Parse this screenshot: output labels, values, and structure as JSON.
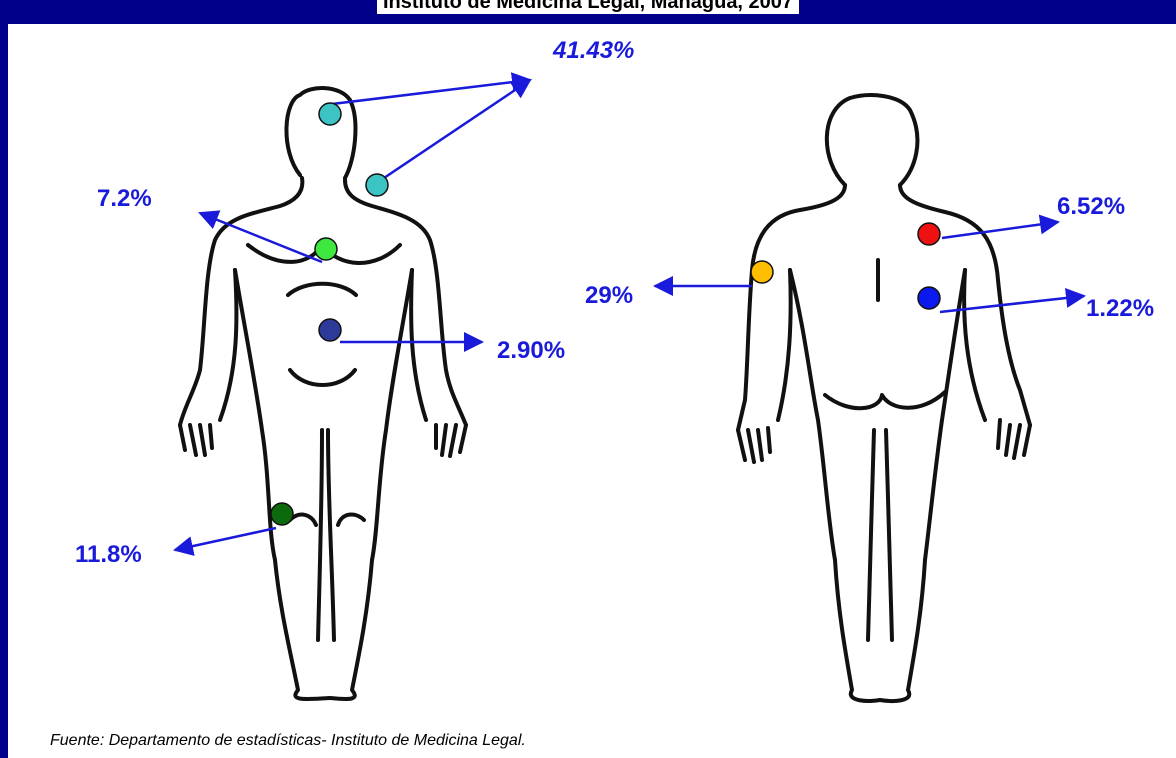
{
  "title": "Instituto de Medicina Legal, Managua, 2007",
  "source": "Fuente: Departamento de estadísticas- Instituto de Medicina Legal.",
  "labels": {
    "head_neck": "41.43%",
    "chest": "7.2%",
    "abdomen": "2.90%",
    "thigh": "11.8%",
    "back_upper": "6.52%",
    "arm": "29%",
    "back_lower": "1.22%"
  },
  "colors": {
    "arrow": "#1a1adb",
    "frame": "#00008b",
    "marker_cyan": "#3cc4c4",
    "marker_green": "#3ee83e",
    "marker_navy": "#2e3a9a",
    "marker_darkgreen": "#0c6a0c",
    "marker_red": "#ee1111",
    "marker_yellow": "#ffbf00",
    "marker_blue": "#0a1aee"
  }
}
